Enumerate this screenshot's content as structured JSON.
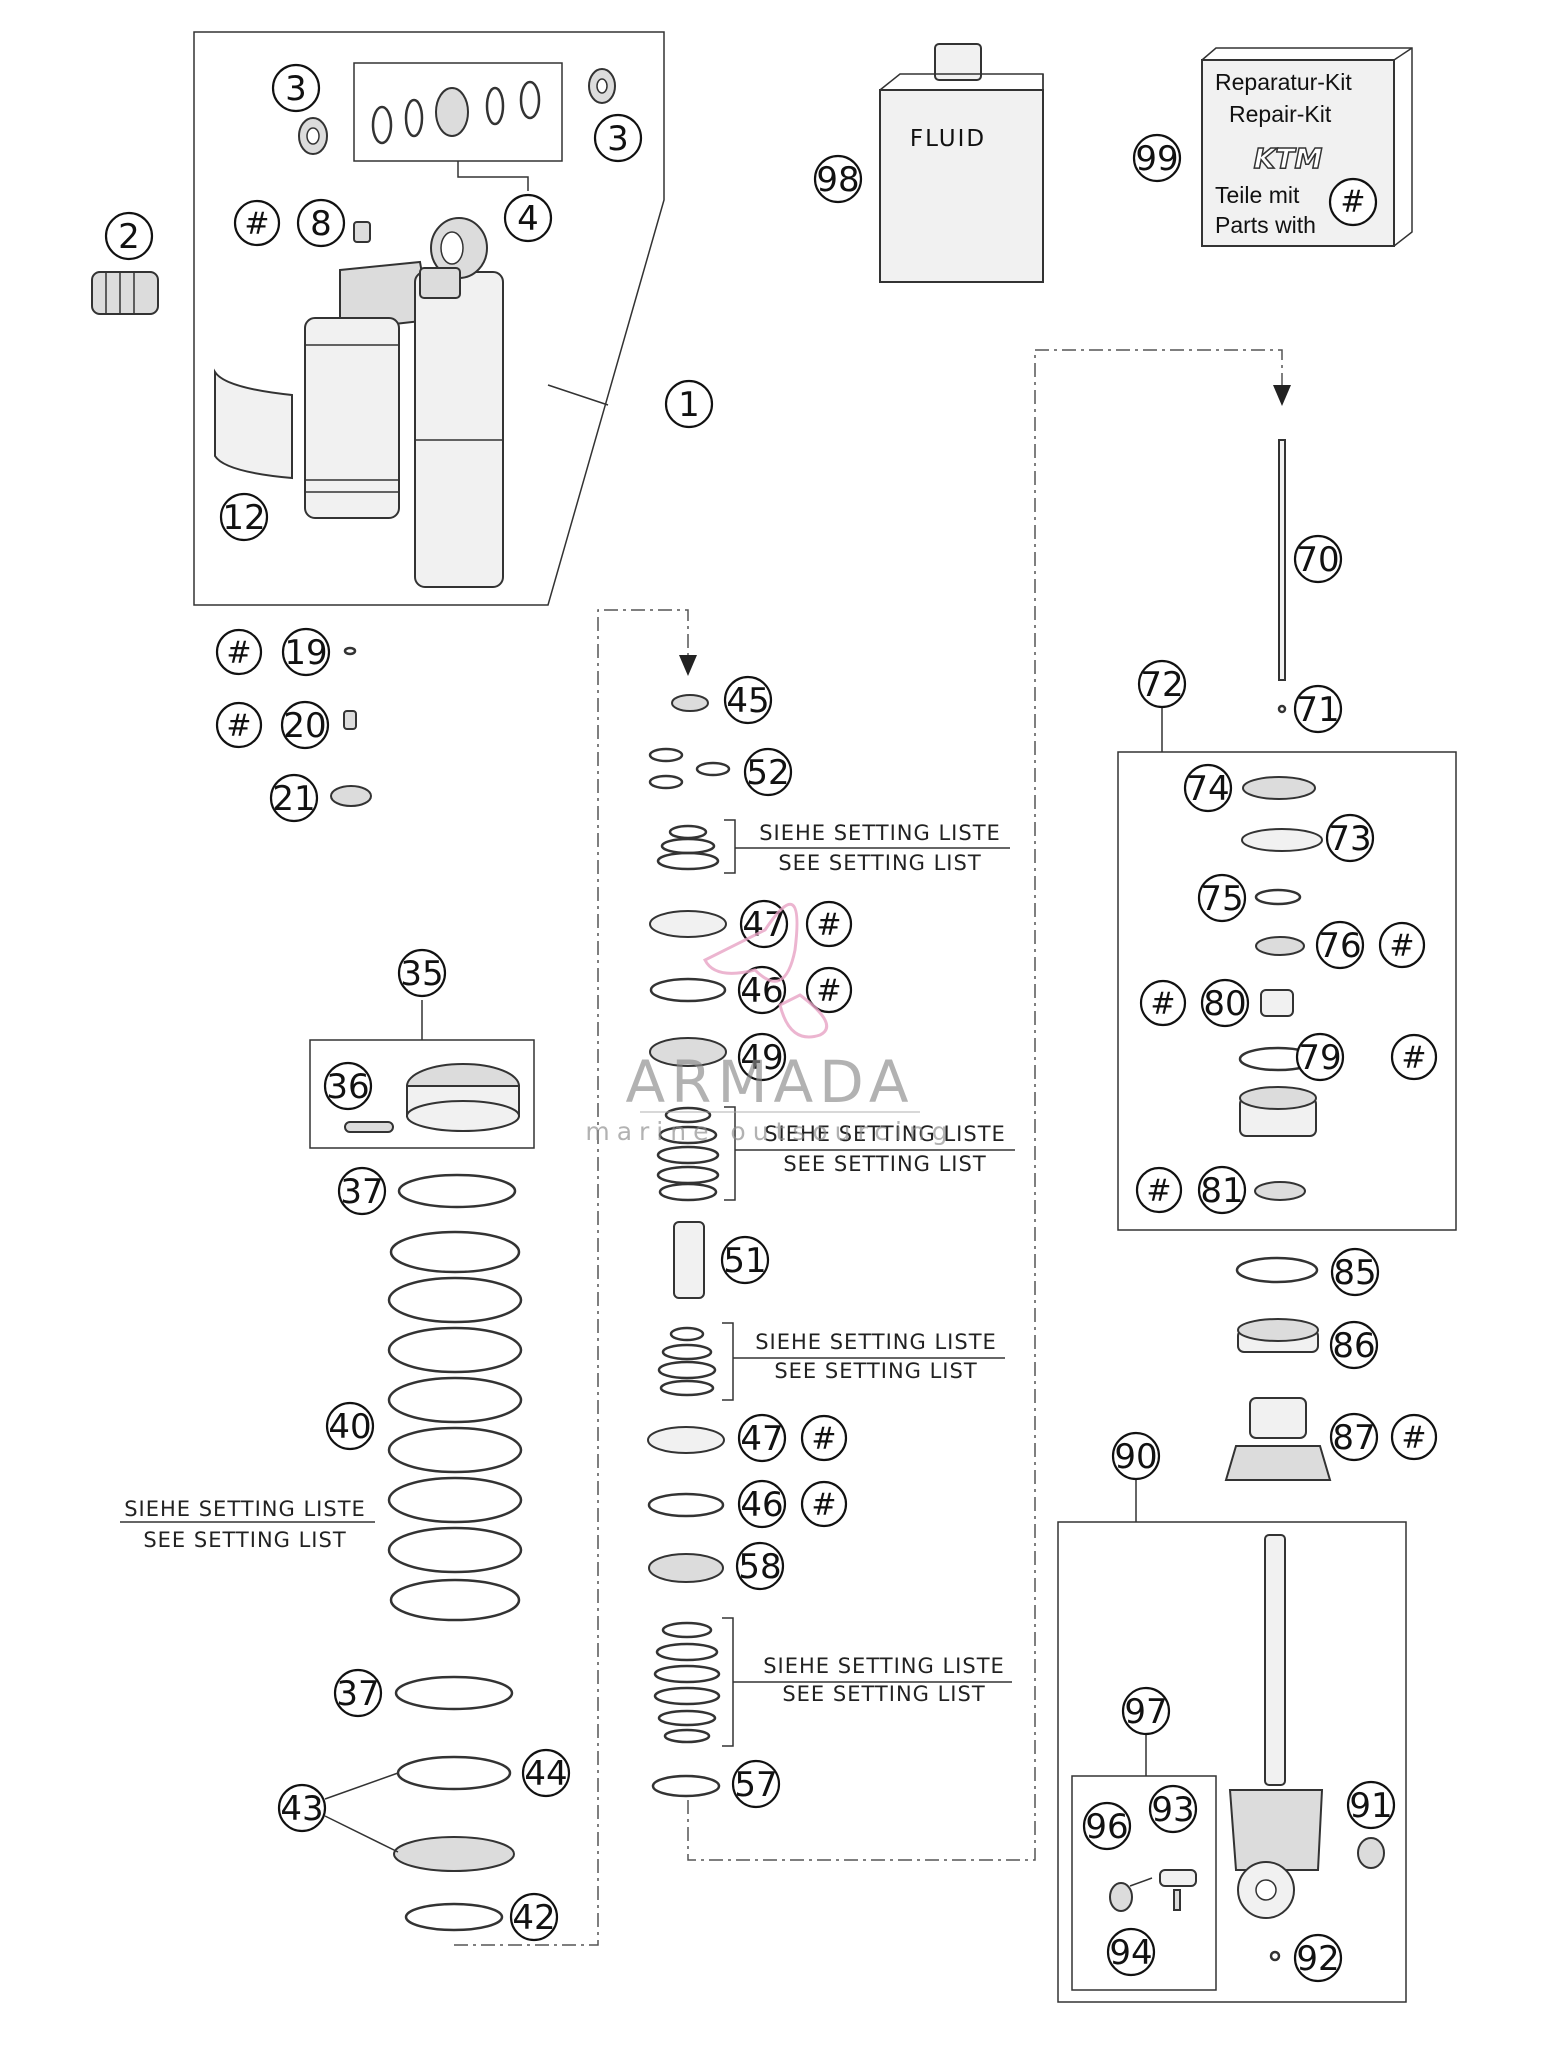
{
  "callouts": [
    "1",
    "2",
    "3",
    "3",
    "4",
    "8",
    "12",
    "19",
    "20",
    "21",
    "35",
    "36",
    "37",
    "37",
    "40",
    "42",
    "43",
    "44",
    "45",
    "52",
    "47",
    "46",
    "49",
    "51",
    "47",
    "46",
    "58",
    "57",
    "70",
    "71",
    "72",
    "74",
    "73",
    "75",
    "76",
    "80",
    "79",
    "81",
    "85",
    "86",
    "87",
    "90",
    "97",
    "96",
    "93",
    "94",
    "91",
    "92",
    "98",
    "99"
  ],
  "hash_symbol": "#",
  "setting_list": {
    "de": "SIEHE SETTING LISTE",
    "en": "SEE SETTING LIST"
  },
  "fluid_label": "FLUID",
  "repair_kit": {
    "line1": "Reparatur-Kit",
    "line2": "Repair-Kit",
    "logo": "KTM",
    "line3": "Teile mit",
    "line4": "Parts with"
  },
  "watermark": {
    "brand": "ARMADA",
    "tagline": "marine outsourcing"
  },
  "colors": {
    "line": "#333333",
    "part_fill": "#dcdcdc",
    "watermark_accent": "#e7a3c4"
  }
}
